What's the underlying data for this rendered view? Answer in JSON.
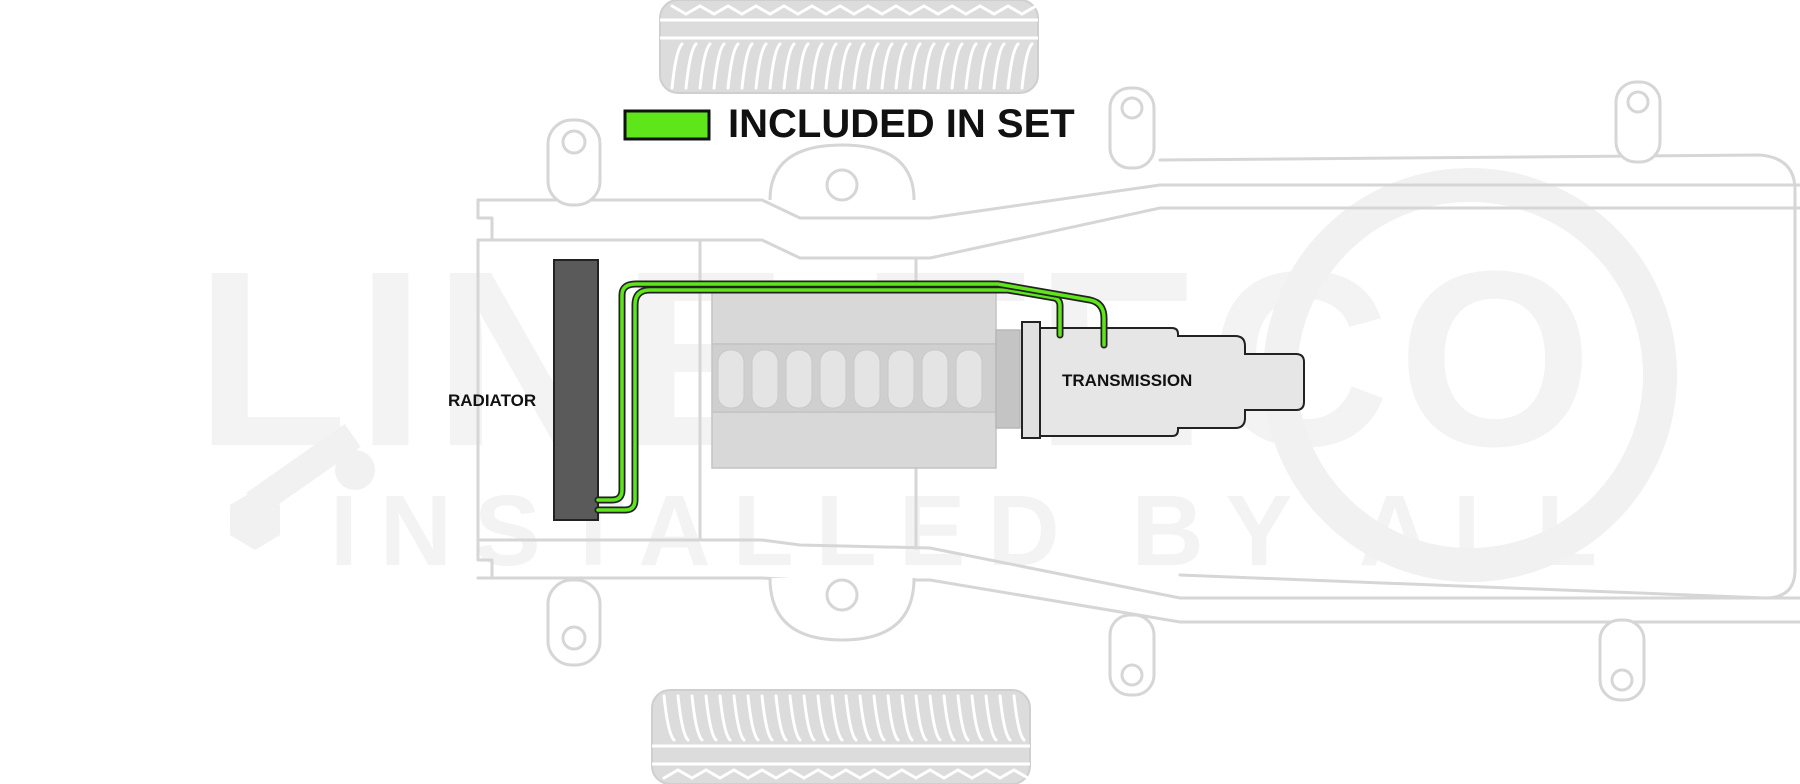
{
  "legend": {
    "label": "INCLUDED IN SET",
    "swatch_color": "#5ee61a"
  },
  "labels": {
    "radiator": "RADIATOR",
    "transmission": "TRANSMISSION"
  },
  "watermark": {
    "brand": "LINE TECO",
    "tagline": "INSTALLED BY ALL"
  },
  "colors": {
    "line_green": "#5ee61a",
    "radiator": "#5a5a5a",
    "engine": "#d4d4d4",
    "transmission": "#e8e8e8",
    "frame": "#d6d6d6"
  }
}
